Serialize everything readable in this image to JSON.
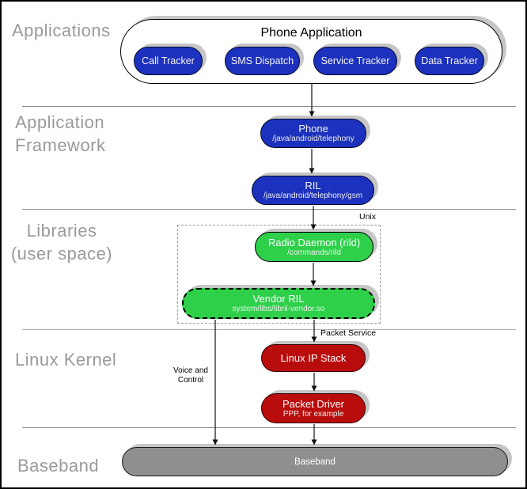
{
  "sections": {
    "applications": {
      "label": "Applications"
    },
    "application_framework": {
      "line1": "Application",
      "line2": "Framework"
    },
    "libraries": {
      "line1": "Libraries",
      "line2": "(user space)"
    },
    "linux_kernel": {
      "label": "Linux Kernel"
    },
    "baseband": {
      "label": "Baseband"
    }
  },
  "nodes": {
    "phone_application": {
      "title": "Phone Application"
    },
    "call_tracker": {
      "label": "Call Tracker"
    },
    "sms_dispatch": {
      "label": "SMS Dispatch"
    },
    "service_tracker": {
      "label": "Service Tracker"
    },
    "data_tracker": {
      "label": "Data Tracker"
    },
    "phone": {
      "title": "Phone",
      "subtitle": "/java/android/telephony"
    },
    "ril": {
      "title": "RIL",
      "subtitle": "/java/android/telephony/gsm"
    },
    "radio_daemon": {
      "title": "Radio Daemon (rild)",
      "subtitle": "/commands/rild"
    },
    "vendor_ril": {
      "title": "Vendor RIL",
      "subtitle": "system/libs/libril-vendor.so"
    },
    "linux_ip_stack": {
      "title": "Linux IP Stack"
    },
    "packet_driver": {
      "title": "Packet Driver",
      "subtitle": "PPP, for example"
    },
    "baseband": {
      "label": "Baseband"
    }
  },
  "groups": {
    "unix": {
      "label": "Unix"
    }
  },
  "edge_labels": {
    "voice_control_line1": "Voice and",
    "voice_control_line2": "Control",
    "packet_service": "Packet Service"
  },
  "colors": {
    "app_blue": "#1c31bd",
    "lib_green": "#2ed04a",
    "kernel_red": "#b90c0c",
    "baseband_gray": "#8f8f8f",
    "section_label_gray": "#9a9a9a"
  }
}
